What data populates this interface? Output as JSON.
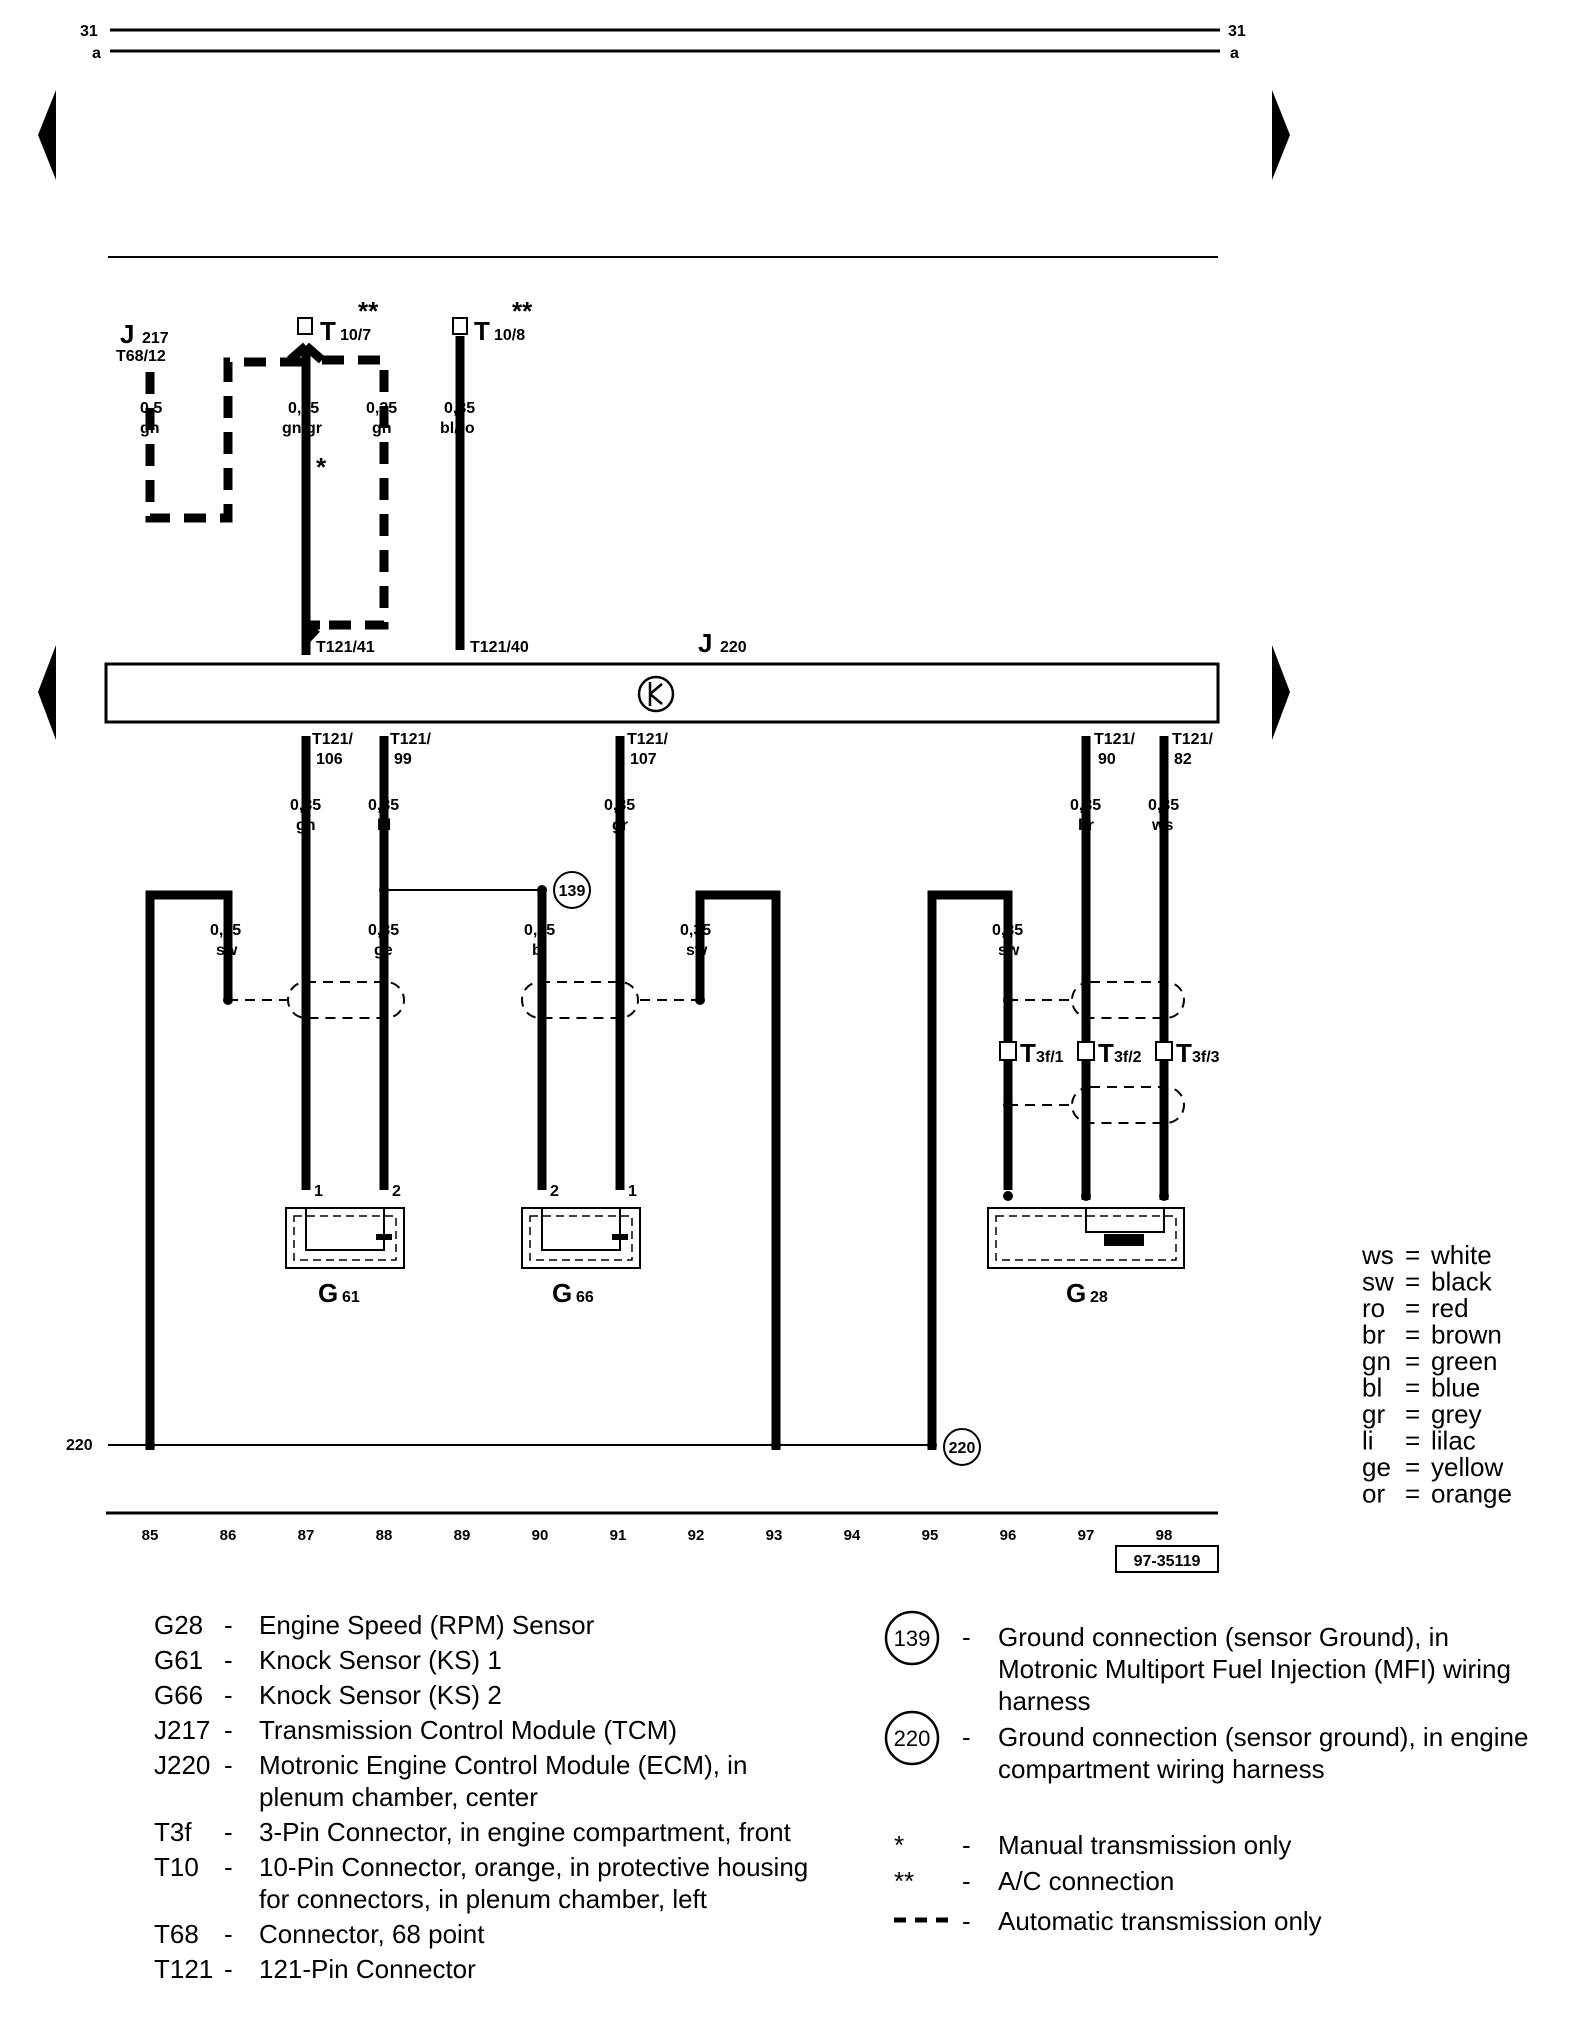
{
  "rails": {
    "top_left": "31",
    "top_left_sub": "a",
    "top_right": "31",
    "top_right_sub": "a"
  },
  "components": {
    "J217": {
      "main": "J",
      "sub": "217",
      "pin": "T68/12"
    },
    "J220": {
      "main": "J",
      "sub": "220"
    },
    "T10_7": {
      "main": "T",
      "sub": "10/7",
      "mark": "**"
    },
    "T10_8": {
      "main": "T",
      "sub": "10/8",
      "mark": "**"
    },
    "G61": {
      "main": "G",
      "sub": "61"
    },
    "G66": {
      "main": "G",
      "sub": "66"
    },
    "G28": {
      "main": "G",
      "sub": "28"
    },
    "T3f_1": {
      "main": "T",
      "sub": "3f/1"
    },
    "T3f_2": {
      "main": "T",
      "sub": "3f/2"
    },
    "T3f_3": {
      "main": "T",
      "sub": "3f/3"
    }
  },
  "wires": {
    "w_j217": {
      "size": "0,5",
      "color": "gn"
    },
    "w_t107": {
      "size": "0,35",
      "color": "gn/gr"
    },
    "w_t107b": {
      "size": "0,35",
      "color": "gn"
    },
    "w_t108": {
      "size": "0,35",
      "color": "bl/ro"
    },
    "w_106": {
      "size": "0,35",
      "color": "gn"
    },
    "w_99": {
      "size": "0,35",
      "color": "bl"
    },
    "w_107": {
      "size": "0,35",
      "color": "gr"
    },
    "w_90": {
      "size": "0,35",
      "color": "br"
    },
    "w_82": {
      "size": "0,35",
      "color": "ws"
    },
    "w_sw1": {
      "size": "0,35",
      "color": "sw"
    },
    "w_ge": {
      "size": "0,35",
      "color": "ge"
    },
    "w_bl2": {
      "size": "0,35",
      "color": "bl"
    },
    "w_sw2": {
      "size": "0,35",
      "color": "sw"
    },
    "w_sw3": {
      "size": "0,35",
      "color": "sw"
    }
  },
  "pins": {
    "p41": "T121/41",
    "p40": "T121/40",
    "p106a": "T121/",
    "p106b": "106",
    "p99a": "T121/",
    "p99b": "99",
    "p107a": "T121/",
    "p107b": "107",
    "p90a": "T121/",
    "p90b": "90",
    "p82a": "T121/",
    "p82b": "82",
    "g61_1": "1",
    "g61_2": "2",
    "g66_2": "2",
    "g66_1": "1"
  },
  "markers": {
    "star": "*",
    "ground_139": "139",
    "ground_220": "220",
    "ground_line_label": "220"
  },
  "columns": [
    "85",
    "86",
    "87",
    "88",
    "89",
    "90",
    "91",
    "92",
    "93",
    "94",
    "95",
    "96",
    "97",
    "98"
  ],
  "figure_code": "97-35119",
  "color_key": [
    {
      "code": "ws",
      "name": "white"
    },
    {
      "code": "sw",
      "name": "black"
    },
    {
      "code": "ro",
      "name": "red"
    },
    {
      "code": "br",
      "name": "brown"
    },
    {
      "code": "gn",
      "name": "green"
    },
    {
      "code": "bl",
      "name": "blue"
    },
    {
      "code": "gr",
      "name": "grey"
    },
    {
      "code": "li",
      "name": "lilac"
    },
    {
      "code": "ge",
      "name": "yellow"
    },
    {
      "code": "or",
      "name": "orange"
    }
  ],
  "legend_left": [
    {
      "code": "G28",
      "desc": [
        "Engine Speed (RPM) Sensor"
      ]
    },
    {
      "code": "G61",
      "desc": [
        "Knock Sensor (KS) 1"
      ]
    },
    {
      "code": "G66",
      "desc": [
        "Knock Sensor (KS) 2"
      ]
    },
    {
      "code": "J217",
      "desc": [
        "Transmission Control Module (TCM)"
      ]
    },
    {
      "code": "J220",
      "desc": [
        "Motronic Engine Control Module (ECM), in",
        "plenum chamber, center"
      ]
    },
    {
      "code": "T3f",
      "desc": [
        "3-Pin Connector, in engine compartment, front"
      ]
    },
    {
      "code": "T10",
      "desc": [
        "10-Pin Connector, orange, in protective housing",
        "for connectors, in plenum chamber, left"
      ]
    },
    {
      "code": "T68",
      "desc": [
        "Connector, 68 point"
      ]
    },
    {
      "code": "T121",
      "desc": [
        "121-Pin Connector"
      ]
    }
  ],
  "legend_right": [
    {
      "symbol": "139",
      "desc": [
        "Ground connection (sensor Ground), in",
        "Motronic Multiport Fuel Injection (MFI) wiring",
        "harness"
      ]
    },
    {
      "symbol": "220",
      "desc": [
        "Ground connection (sensor ground), in engine",
        "compartment wiring harness"
      ]
    },
    {
      "symbol": "*",
      "desc": [
        "Manual transmission only"
      ]
    },
    {
      "symbol": "**",
      "desc": [
        "A/C connection"
      ]
    },
    {
      "symbol": "dash",
      "desc": [
        "Automatic transmission only"
      ]
    }
  ]
}
